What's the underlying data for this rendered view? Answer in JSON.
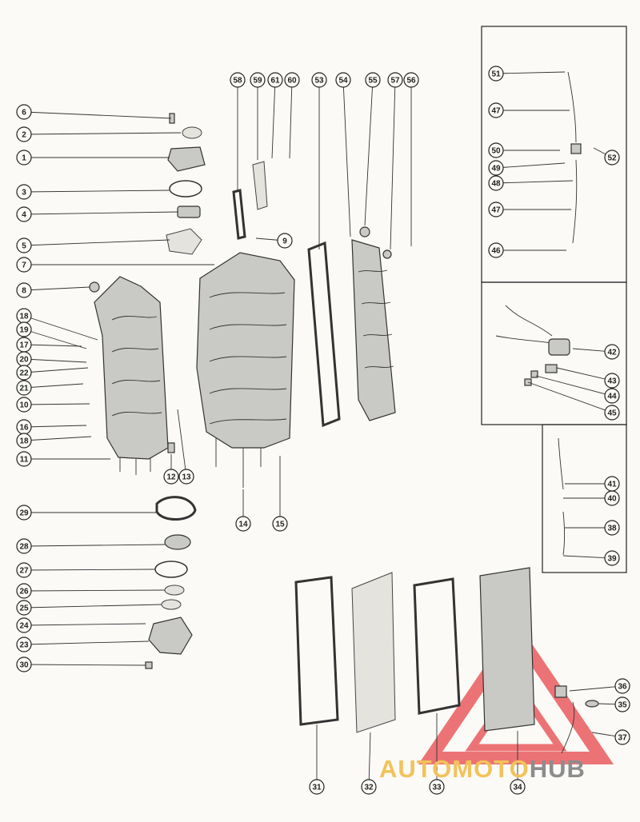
{
  "logo": {
    "part1": "AUTO",
    "part2": "MOTO",
    "part3": "HUB",
    "color_light": "#f2c25a",
    "color_dark": "#8c8c8c",
    "triangle_color": "#e8474a"
  },
  "callouts": [
    "1",
    "2",
    "3",
    "4",
    "5",
    "6",
    "7",
    "8",
    "9",
    "10",
    "11",
    "12",
    "13",
    "14",
    "15",
    "16",
    "17",
    "18",
    "18b",
    "19",
    "20",
    "21",
    "22",
    "23",
    "24",
    "25",
    "26",
    "27",
    "28",
    "29",
    "30",
    "31",
    "32",
    "33",
    "34",
    "35",
    "36",
    "37",
    "38",
    "39",
    "40",
    "41",
    "42",
    "43",
    "44",
    "45",
    "46",
    "47",
    "47b",
    "48",
    "49",
    "50",
    "51",
    "52",
    "53",
    "54",
    "55",
    "56",
    "57",
    "58",
    "59",
    "60",
    "61"
  ],
  "labels": {
    "1": "1",
    "2": "2",
    "3": "3",
    "4": "4",
    "5": "5",
    "6": "6",
    "7": "7",
    "8": "8",
    "9": "9",
    "10": "10",
    "11": "11",
    "12": "12",
    "13": "13",
    "14": "14",
    "15": "15",
    "16": "16",
    "17": "17",
    "18": "18",
    "18b": "18",
    "19": "19",
    "20": "20",
    "21": "21",
    "22": "22",
    "23": "23",
    "24": "24",
    "25": "25",
    "26": "26",
    "27": "27",
    "28": "28",
    "29": "29",
    "30": "30",
    "31": "31",
    "32": "32",
    "33": "33",
    "34": "34",
    "35": "35",
    "36": "36",
    "37": "37",
    "38": "38",
    "39": "39",
    "40": "40",
    "41": "41",
    "42": "42",
    "43": "43",
    "44": "44",
    "45": "45",
    "46": "46",
    "47": "47",
    "47b": "47",
    "48": "48",
    "49": "49",
    "50": "50",
    "51": "51",
    "52": "52",
    "53": "53",
    "54": "54",
    "55": "55",
    "56": "56",
    "57": "57",
    "58": "58",
    "59": "59",
    "60": "60",
    "61": "61"
  }
}
